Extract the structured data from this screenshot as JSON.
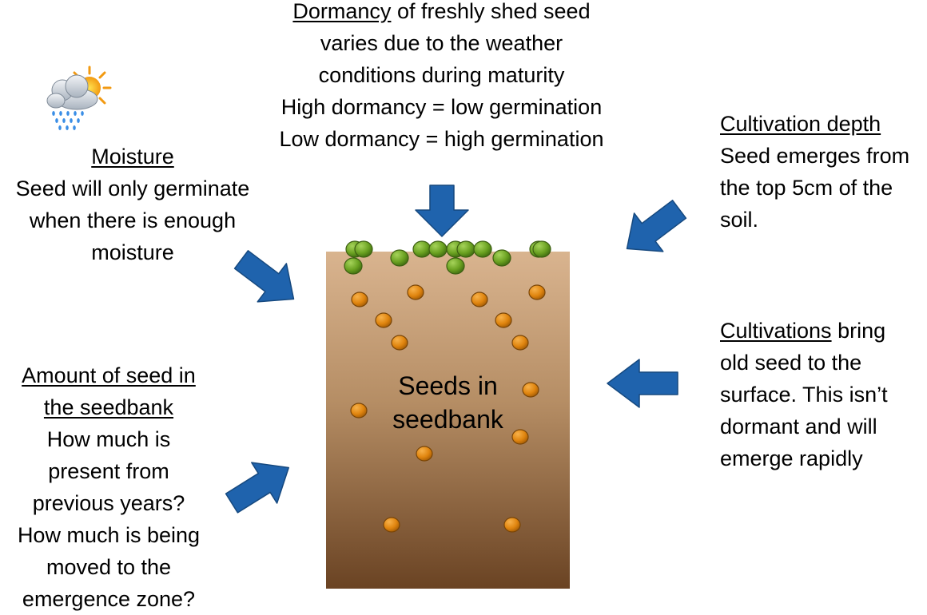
{
  "dormancy": {
    "title": "Dormancy",
    "title_rest": " of freshly shed seed",
    "lines": [
      "varies due to the weather",
      "conditions during maturity",
      "High dormancy = low germination",
      "Low dormancy = high germination"
    ]
  },
  "moisture": {
    "title": "Moisture",
    "lines": [
      "Seed will only germinate",
      "when there is enough",
      "moisture"
    ]
  },
  "cultivation_depth": {
    "title": "Cultivation depth",
    "lines": [
      "Seed emerges from",
      "the top 5cm of the",
      "soil."
    ]
  },
  "cultivations": {
    "title": "Cultivations",
    "title_rest": " bring",
    "lines": [
      "old seed to the",
      "surface. This isn’t",
      "dormant and will",
      "emerge rapidly"
    ]
  },
  "amount": {
    "title_lines": [
      "Amount of seed in",
      "the seedbank"
    ],
    "lines": [
      "How much is",
      "present from",
      "previous years?",
      "How much is being",
      "moved to the",
      "emergence zone?"
    ]
  },
  "soil": {
    "label_lines": [
      "Seeds in",
      "seedbank"
    ]
  },
  "colors": {
    "arrow": "#1f63ad",
    "soil_top": "#d9b48f",
    "soil_bottom": "#6a4323",
    "seed_green": "#6aa121",
    "seed_orange": "#e0850f"
  },
  "icons": {
    "weather": "rain-cloud-sun-icon"
  }
}
